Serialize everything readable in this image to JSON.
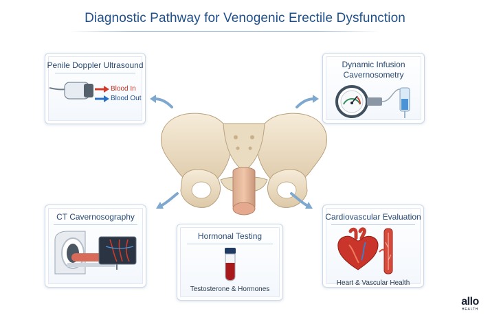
{
  "title": "Diagnostic Pathway for Venogenic Erectile Dysfunction",
  "cards": {
    "doppler": {
      "label": "Penile Doppler Ultrasound",
      "blood_in": "Blood In",
      "blood_out": "Blood Out"
    },
    "cavernosometry": {
      "label_line1": "Dynamic Infusion",
      "label_line2": "Cavernosometry"
    },
    "ct": {
      "label": "CT Cavernosography"
    },
    "hormonal": {
      "label": "Hormonal Testing",
      "caption": "Testosterone & Hormones"
    },
    "cardio": {
      "label": "Cardiovascular Evaluation",
      "caption": "Heart & Vascular Health"
    }
  },
  "logo": {
    "word": "allo",
    "sub": "HEALTH"
  },
  "colors": {
    "title": "#1f4f8a",
    "blood_in": "#d23a2a",
    "blood_out": "#2a6fc4",
    "arrow": "#7fa8cf",
    "bone": "#efe3cc"
  }
}
